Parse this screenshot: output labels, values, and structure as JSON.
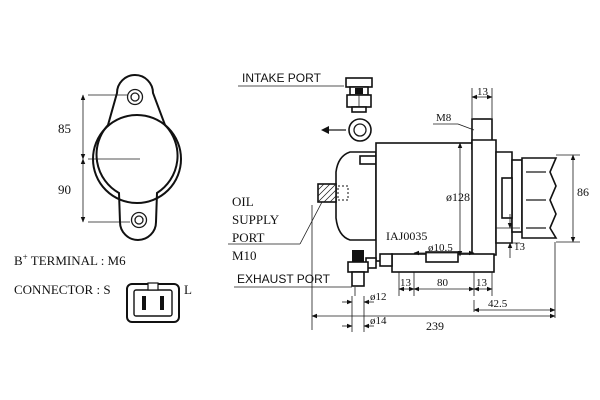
{
  "mount_view": {
    "dim_upper": "85",
    "dim_lower": "90"
  },
  "terminal": {
    "b_prefix": "B",
    "b_sup": "+",
    "b_rest": " TERMINAL : M6"
  },
  "connector": {
    "label": "CONNECTOR : S",
    "right_label": "L"
  },
  "ports": {
    "intake": "INTAKE PORT",
    "oil_line1": "OIL",
    "oil_line2": "SUPPLY",
    "oil_line3": "PORT",
    "oil_line4": "M10",
    "exhaust": "EXHAUST PORT"
  },
  "dims": {
    "top_13": "13",
    "m8": "M8",
    "dia_128": "ø128",
    "pulley_86": "86",
    "part_no": "IAJ0035",
    "dia_10_5": "ø10.5",
    "right_13": "13",
    "bot_13_left": "13",
    "bot_80": "80",
    "bot_13_right": "13",
    "dim_42_5": "42.5",
    "dia_12": "ø12",
    "dia_14": "ø14",
    "dim_239": "239"
  }
}
